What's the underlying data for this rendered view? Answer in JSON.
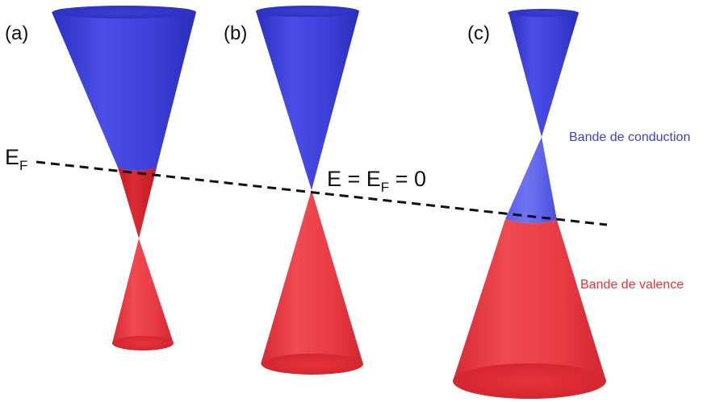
{
  "panels": [
    {
      "label": "(a)"
    },
    {
      "label": "(b)"
    },
    {
      "label": "(c)"
    }
  ],
  "fermi_level": {
    "symbol": "E",
    "subscript": "F"
  },
  "equation": {
    "lhs": "E = E",
    "subscript": "F",
    "rhs": " = 0"
  },
  "bands": {
    "conduction_label": "Bande de conduction",
    "valence_label": "Bande de valence"
  },
  "colors": {
    "conduction": "#3b3fd6",
    "valence": "#e8323a",
    "line": "#111111"
  }
}
